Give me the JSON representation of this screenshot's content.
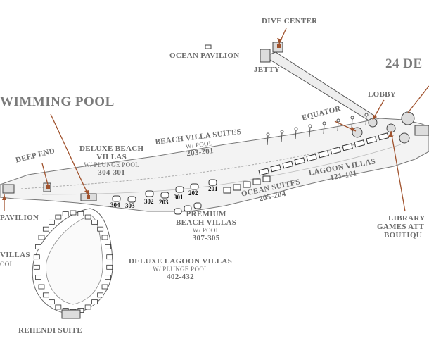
{
  "labels": {
    "dive_center": "DIVE CENTER",
    "ocean_pavilion": "OCEAN PAVILION",
    "jetty": "JETTY",
    "twenty_four_deg": "24 DE",
    "swimming_pool": "WIMMING POOL",
    "lobby": "LOBBY",
    "equator": "EQUATOR",
    "deluxe_beach_villas": [
      "DELUXE BEACH",
      "VILLAS"
    ],
    "deluxe_beach_villas_sub": "W/ PLUNGE POOL",
    "deluxe_beach_villas_range": "304-301",
    "beach_villa_suites": "BEACH VILLA SUITES",
    "beach_villa_suites_sub": "W/ POOL",
    "beach_villa_suites_range": "203-201",
    "deep_end": "DEEP END",
    "lagoon_villas": "LAGOON VILLAS",
    "lagoon_villas_range": "121-101",
    "ocean_suites": "OCEAN SUITES",
    "ocean_suites_range": "205-204",
    "pavilion": "PAVILION",
    "premium_beach_villas": [
      "PREMIUM",
      "BEACH VILLAS"
    ],
    "premium_beach_villas_sub": "W/ POOL",
    "premium_beach_villas_range": "307-305",
    "library": [
      "LIBRARY",
      "GAMES ATT",
      "BOUTIQU"
    ],
    "villas_left": "VILLAS",
    "ool_left": "OOL",
    "deluxe_lagoon_villas": "DELUXE LAGOON VILLAS",
    "deluxe_lagoon_villas_sub": "W/ PLUNGE POOL",
    "deluxe_lagoon_villas_range": "402-432",
    "rehendi_suite": "REHENDI SUITE"
  },
  "villa_numbers": [
    "304",
    "303",
    "302",
    "203",
    "301",
    "202",
    "201"
  ],
  "colors": {
    "arrow": "#a0522d",
    "label": "#6b6b6b",
    "line": "#555555",
    "marker": "#b04a2a"
  }
}
